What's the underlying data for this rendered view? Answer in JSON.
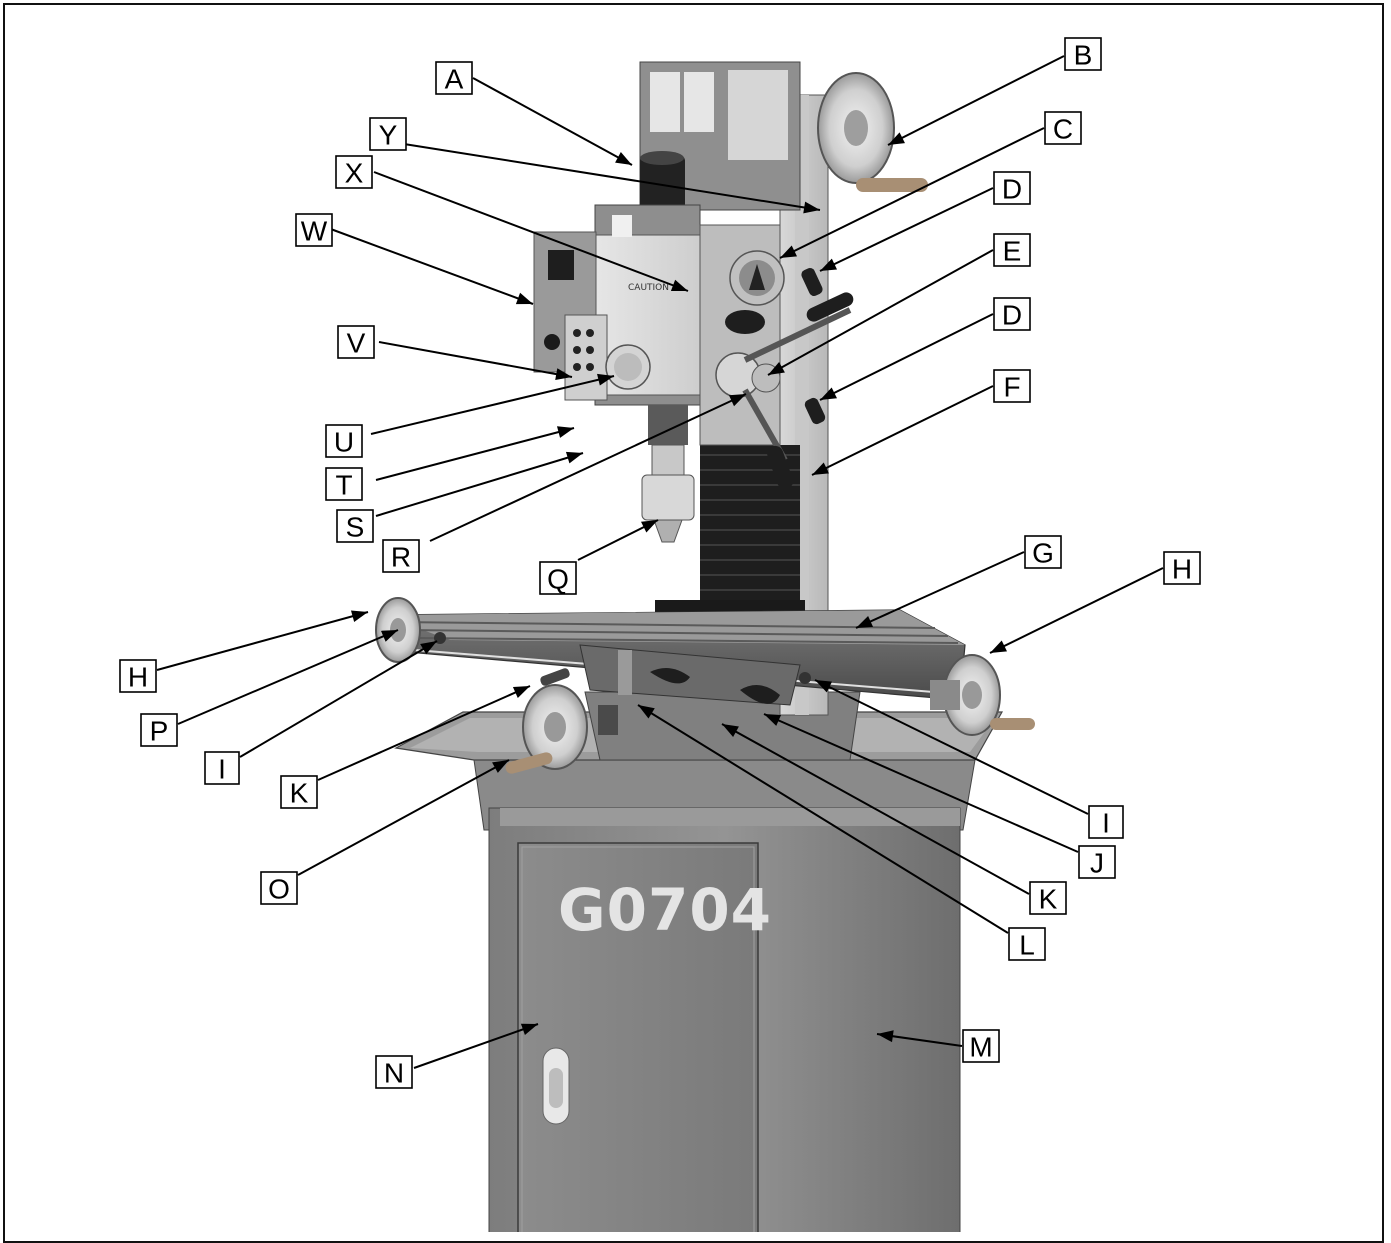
{
  "figure": {
    "model_marking": "G0704",
    "panel_text": "CAUTION"
  },
  "callouts": [
    {
      "id": "A",
      "label": "A"
    },
    {
      "id": "B",
      "label": "B"
    },
    {
      "id": "C",
      "label": "C"
    },
    {
      "id": "D1",
      "label": "D"
    },
    {
      "id": "E",
      "label": "E"
    },
    {
      "id": "D2",
      "label": "D"
    },
    {
      "id": "F",
      "label": "F"
    },
    {
      "id": "G",
      "label": "G"
    },
    {
      "id": "H1",
      "label": "H"
    },
    {
      "id": "H2",
      "label": "H"
    },
    {
      "id": "I1",
      "label": "I"
    },
    {
      "id": "I2",
      "label": "I"
    },
    {
      "id": "J",
      "label": "J"
    },
    {
      "id": "K1",
      "label": "K"
    },
    {
      "id": "K2",
      "label": "K"
    },
    {
      "id": "L",
      "label": "L"
    },
    {
      "id": "M",
      "label": "M"
    },
    {
      "id": "N",
      "label": "N"
    },
    {
      "id": "O",
      "label": "O"
    },
    {
      "id": "P",
      "label": "P"
    },
    {
      "id": "Q",
      "label": "Q"
    },
    {
      "id": "R",
      "label": "R"
    },
    {
      "id": "S",
      "label": "S"
    },
    {
      "id": "T",
      "label": "T"
    },
    {
      "id": "U",
      "label": "U"
    },
    {
      "id": "V",
      "label": "V"
    },
    {
      "id": "W",
      "label": "W"
    },
    {
      "id": "X",
      "label": "X"
    },
    {
      "id": "Y",
      "label": "Y"
    }
  ]
}
